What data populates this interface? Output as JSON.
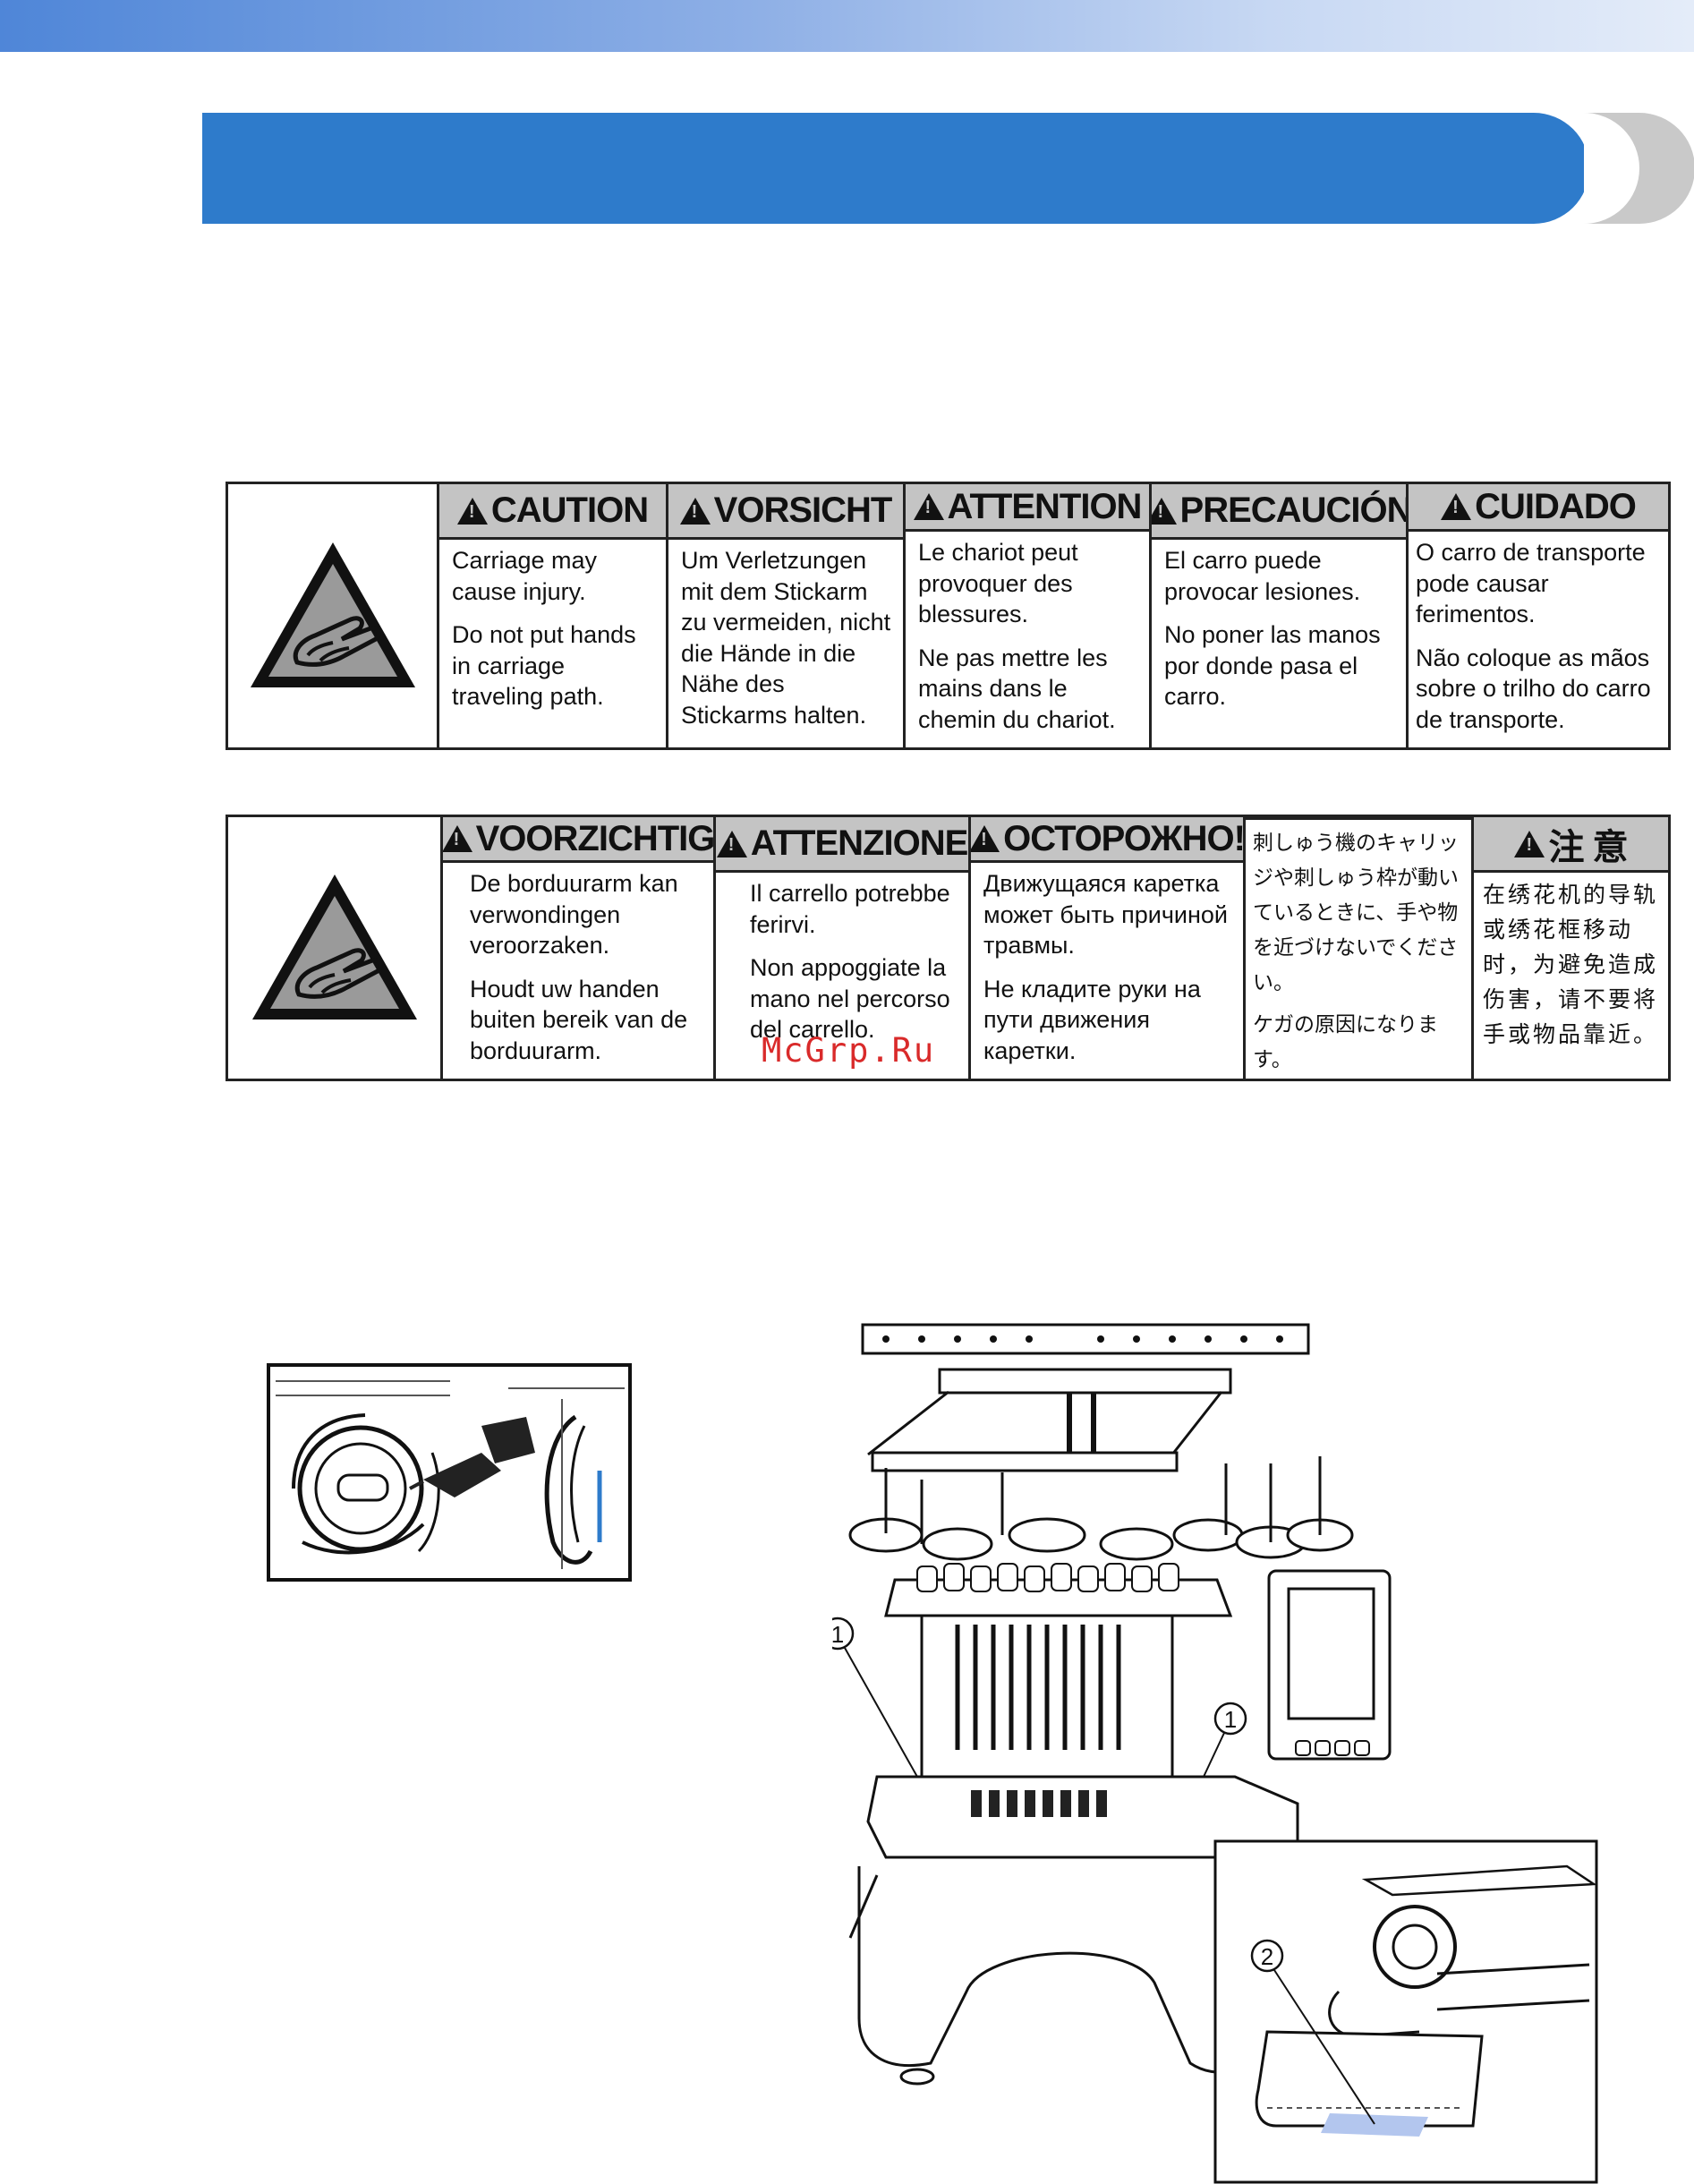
{
  "header": {
    "band_color": "#2e7bcb",
    "tab_color": "#c9c9c9"
  },
  "warning_table_1": {
    "icon": "hand-caution-triangle-icon",
    "columns": [
      {
        "heading": "CAUTION",
        "paragraphs": [
          "Carriage may cause injury.",
          "Do not put hands in carriage traveling path."
        ]
      },
      {
        "heading": "VORSICHT",
        "paragraphs": [
          "Um Verletzungen mit dem Stickarm zu vermeiden, nicht die Hände in die Nähe des Stickarms halten."
        ]
      },
      {
        "heading": "ATTENTION",
        "paragraphs": [
          "Le chariot peut provoquer des blessures.",
          "Ne pas mettre les mains dans le chemin du chariot."
        ]
      },
      {
        "heading": "PRECAUCIÓN",
        "paragraphs": [
          "El carro puede provocar lesiones.",
          "No poner las manos por donde pasa el carro."
        ]
      },
      {
        "heading": "CUIDADO",
        "paragraphs": [
          "O carro de transporte pode causar ferimentos.",
          "Não coloque as mãos sobre o trilho do carro de transporte."
        ]
      }
    ]
  },
  "warning_table_2": {
    "icon": "hand-caution-triangle-icon",
    "columns": [
      {
        "heading": "VOORZICHTIG",
        "paragraphs": [
          "De borduurarm kan verwondingen veroorzaken.",
          "Houdt uw handen buiten bereik van de borduurarm."
        ]
      },
      {
        "heading": "ATTENZIONE",
        "paragraphs": [
          "Il carrello potrebbe ferirvi.",
          "Non appoggiate la mano nel percorso del carrello."
        ]
      },
      {
        "heading": "ОСТОРОЖНО!",
        "paragraphs": [
          "Движущаяся каретка может быть причиной травмы.",
          "Не кладите руки на пути движения каретки."
        ]
      },
      {
        "heading": "注 意",
        "paragraphs": [
          "刺しゅう機のキャリッジや刺しゅう枠が動いているときに、手や物を近づけないでください。",
          "ケガの原因になります。"
        ]
      },
      {
        "heading": "注 意",
        "paragraphs": [
          "在绣花机的导轨或绣花框移动时，为避免造成伤害，请不要将手或物品靠近。"
        ]
      }
    ]
  },
  "watermark": "McGrp.Ru",
  "figures": {
    "oiling": {
      "icon": "oil-can-icon"
    },
    "machine": {
      "callouts": [
        "1",
        "1",
        "2"
      ]
    }
  }
}
